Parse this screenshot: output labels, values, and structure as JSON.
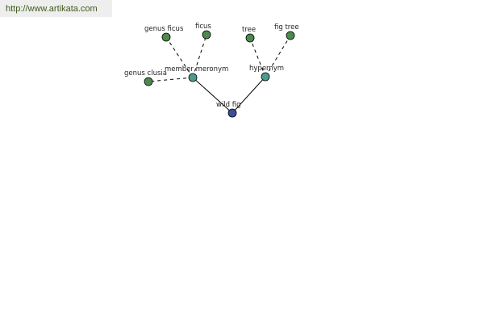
{
  "site": {
    "url_text": "http://www.artikata.com"
  },
  "colors": {
    "root": "#3a4f99",
    "relation": "#4f9a8f",
    "leaf": "#4e8a4e",
    "banner_bg": "#eeeeee",
    "link": "#3d5a1a"
  },
  "graph": {
    "nodes": [
      {
        "id": "wild-fig",
        "label": "wild fig",
        "kind": "root"
      },
      {
        "id": "member-meronym",
        "label": "member meronym",
        "kind": "relation"
      },
      {
        "id": "hypernym",
        "label": "hypernym",
        "kind": "relation"
      },
      {
        "id": "genus-ficus",
        "label": "genus ficus",
        "kind": "leaf"
      },
      {
        "id": "ficus",
        "label": "ficus",
        "kind": "leaf"
      },
      {
        "id": "genus-clusia",
        "label": "genus clusia",
        "kind": "leaf"
      },
      {
        "id": "tree",
        "label": "tree",
        "kind": "leaf"
      },
      {
        "id": "fig-tree",
        "label": "fig tree",
        "kind": "leaf"
      }
    ],
    "edges": [
      {
        "from": "wild-fig",
        "to": "member-meronym",
        "style": "solid"
      },
      {
        "from": "wild-fig",
        "to": "hypernym",
        "style": "solid"
      },
      {
        "from": "member-meronym",
        "to": "genus-ficus",
        "style": "dashed"
      },
      {
        "from": "member-meronym",
        "to": "ficus",
        "style": "dashed"
      },
      {
        "from": "member-meronym",
        "to": "genus-clusia",
        "style": "dashed"
      },
      {
        "from": "hypernym",
        "to": "tree",
        "style": "dashed"
      },
      {
        "from": "hypernym",
        "to": "fig-tree",
        "style": "dashed"
      }
    ]
  }
}
